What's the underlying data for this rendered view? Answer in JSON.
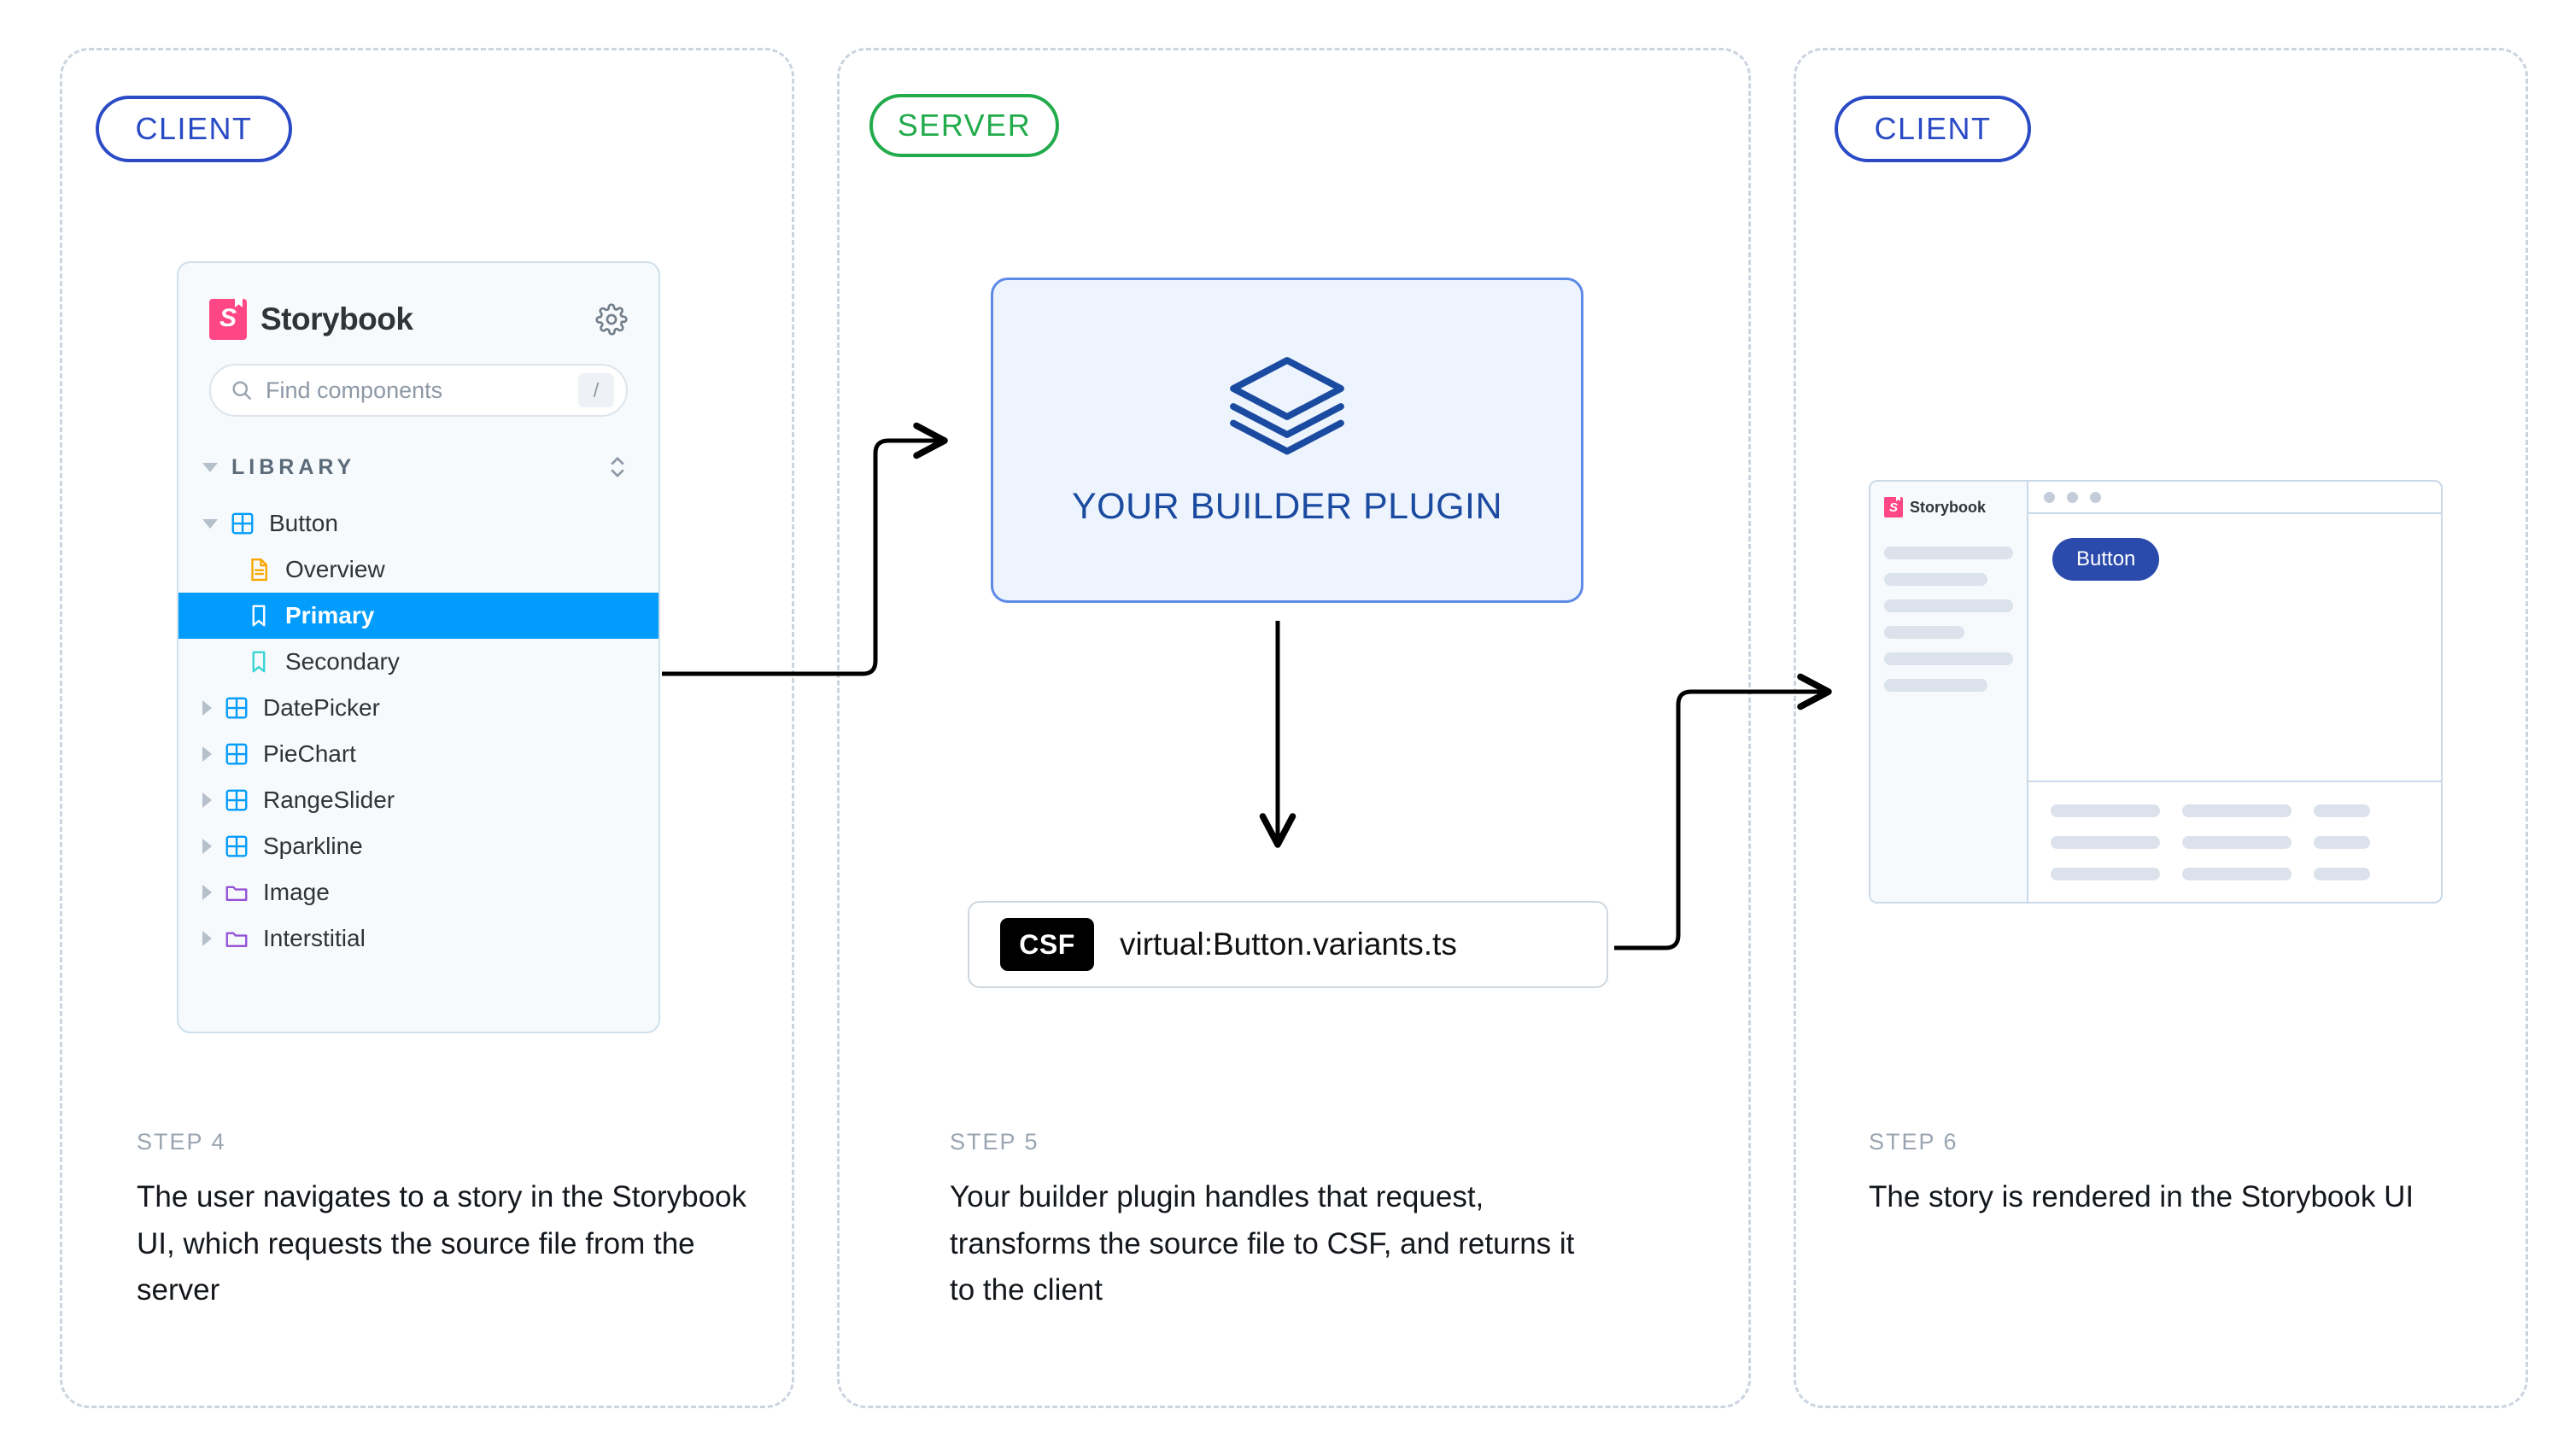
{
  "panels": [
    {
      "badge": "CLIENT",
      "badge_color": "#2a4bc5"
    },
    {
      "badge": "SERVER",
      "badge_color": "#22ab4b"
    },
    {
      "badge": "CLIENT",
      "badge_color": "#2a4bc5"
    }
  ],
  "storybook": {
    "brand": "Storybook",
    "logo_color": "#ff4785",
    "gear_icon": "gear-icon",
    "search": {
      "placeholder": "Find components",
      "shortcut": "/",
      "icon": "search-icon"
    },
    "library": {
      "label": "LIBRARY",
      "expanded": true,
      "sort_icon": "sort-chevrons-icon"
    },
    "tree": [
      {
        "label": "Button",
        "icon": "component-grid-icon",
        "chevron": "down",
        "indent": 0,
        "selected": false
      },
      {
        "label": "Overview",
        "icon": "docs-page-icon",
        "chevron": "none",
        "indent": 1,
        "selected": false
      },
      {
        "label": "Primary",
        "icon": "story-bookmark-icon",
        "chevron": "none",
        "indent": 1,
        "selected": true
      },
      {
        "label": "Secondary",
        "icon": "story-bookmark-icon",
        "chevron": "none",
        "indent": 1,
        "selected": false
      },
      {
        "label": "DatePicker",
        "icon": "component-grid-icon",
        "chevron": "right",
        "indent": 0,
        "selected": false
      },
      {
        "label": "PieChart",
        "icon": "component-grid-icon",
        "chevron": "right",
        "indent": 0,
        "selected": false
      },
      {
        "label": "RangeSlider",
        "icon": "component-grid-icon",
        "chevron": "right",
        "indent": 0,
        "selected": false
      },
      {
        "label": "Sparkline",
        "icon": "component-grid-icon",
        "chevron": "right",
        "indent": 0,
        "selected": false
      },
      {
        "label": "Image",
        "icon": "folder-icon",
        "chevron": "right",
        "indent": 0,
        "selected": false
      },
      {
        "label": "Interstitial",
        "icon": "folder-icon",
        "chevron": "right",
        "indent": 0,
        "selected": false
      }
    ],
    "selected_color": "#029cfd",
    "component_icon_color": "#029cfd",
    "docs_icon_color": "#f7a600",
    "folder_icon_color": "#9452d6"
  },
  "builder": {
    "title": "YOUR BUILDER PLUGIN",
    "icon": "layers-icon",
    "accent": "#1b4ba0",
    "fill": "#eef4fe",
    "border": "#5c8ae6"
  },
  "csf": {
    "badge": "CSF",
    "filename": "virtual:Button.variants.ts"
  },
  "preview": {
    "brand": "Storybook",
    "button_label": "Button",
    "button_color": "#2a4bab",
    "window_dots": 3,
    "sidebar_skeletons": [
      100,
      80,
      100,
      62,
      100,
      80
    ],
    "addon_columns": [
      3,
      3,
      3
    ]
  },
  "steps": [
    {
      "label": "STEP 4",
      "text": "The user navigates to a story in the Storybook UI, which requests the source file from the server"
    },
    {
      "label": "STEP 5",
      "text": "Your builder plugin handles that request, transforms the source file to CSF, and returns it to the client"
    },
    {
      "label": "STEP 6",
      "text": "The story is rendered in the Storybook UI"
    }
  ]
}
